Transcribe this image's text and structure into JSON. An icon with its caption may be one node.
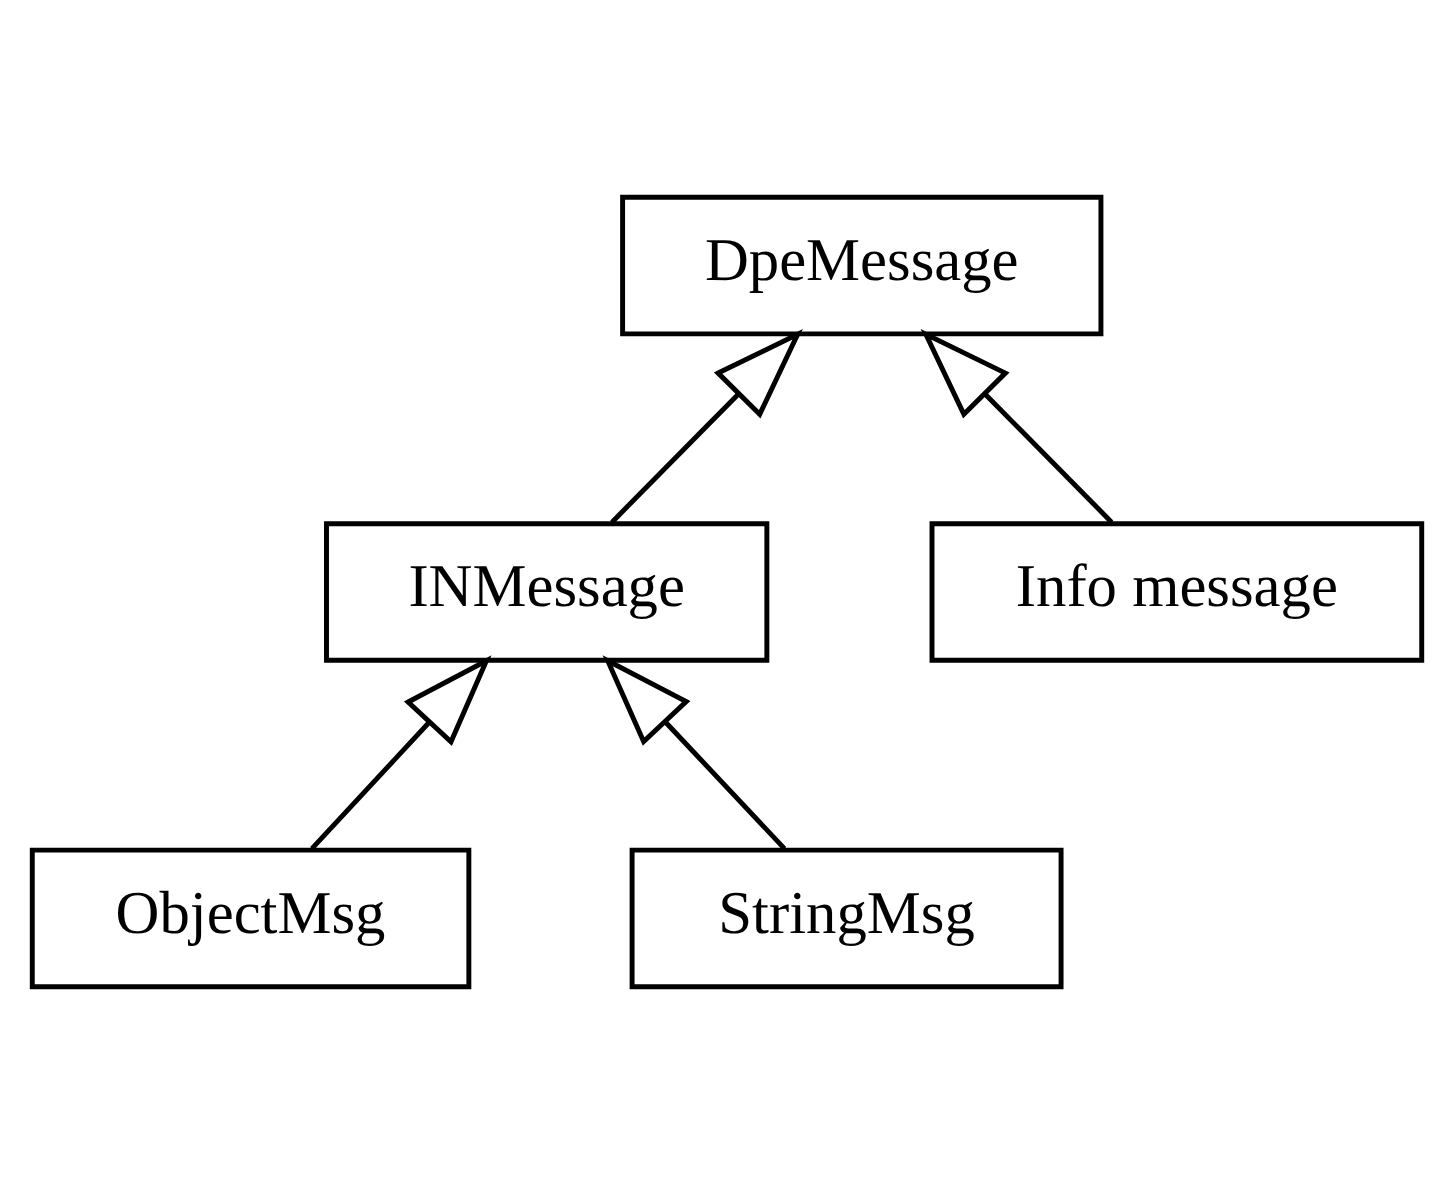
{
  "diagram": {
    "nodes": [
      {
        "text": [
          "DpeMessage"
        ]
      },
      {
        "text": [
          "INMessage"
        ]
      },
      {
        "text": [
          "Info message"
        ]
      },
      {
        "text": [
          "ObjectMsg"
        ]
      },
      {
        "text": [
          "StringMsg"
        ]
      }
    ],
    "edges": [
      {
        "from": 1,
        "to": 0,
        "arrow": "to"
      },
      {
        "from": 2,
        "to": 0,
        "arrow": "to"
      },
      {
        "from": 3,
        "to": 1,
        "arrow": "to"
      },
      {
        "from": 4,
        "to": 1,
        "arrow": "to"
      }
    ]
  }
}
